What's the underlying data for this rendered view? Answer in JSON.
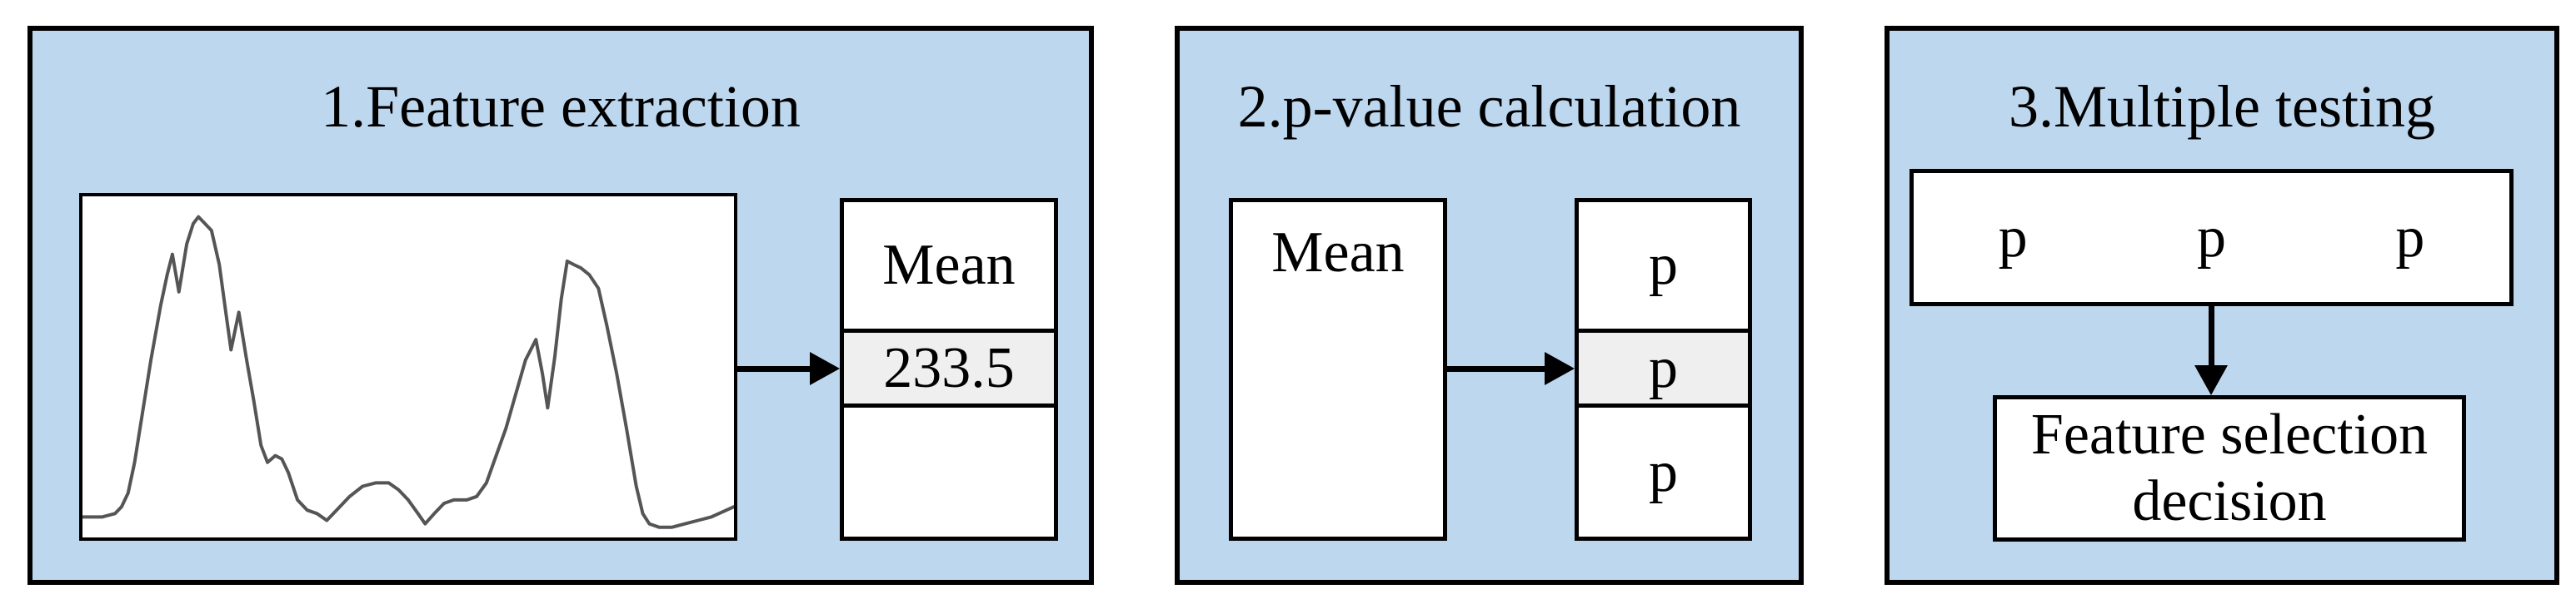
{
  "colors": {
    "panel_background": "#bdd7ee",
    "box_background": "#ffffff",
    "highlight_cell_background": "#efefef",
    "border": "#000000",
    "signal_line": "#555555",
    "text": "#000000"
  },
  "panels": [
    {
      "title": "1.Feature extraction",
      "table": {
        "rows": [
          "Mean",
          "233.5",
          ""
        ]
      }
    },
    {
      "title": "2.p-value calculation",
      "source_box_label": "Mean",
      "p_cells": [
        "p",
        "p",
        "p"
      ]
    },
    {
      "title": "3.Multiple testing",
      "p_row_cells": [
        "p",
        "p",
        "p"
      ],
      "decision_box_label": "Feature selection decision"
    }
  ],
  "chart_data": {
    "type": "line",
    "title": "",
    "xlabel": "",
    "ylabel": "",
    "x_range": [
      0,
      100
    ],
    "y_range": [
      0,
      100
    ],
    "grid": false,
    "legend": false,
    "series": [
      {
        "name": "signal",
        "points": [
          [
            0,
            6
          ],
          [
            3,
            6
          ],
          [
            5,
            7
          ],
          [
            6,
            9
          ],
          [
            7,
            13
          ],
          [
            8,
            22
          ],
          [
            9,
            34
          ],
          [
            10.5,
            52
          ],
          [
            12,
            68
          ],
          [
            13,
            77
          ],
          [
            13.8,
            83
          ],
          [
            14.8,
            72
          ],
          [
            16,
            86
          ],
          [
            17,
            92
          ],
          [
            17.8,
            94
          ],
          [
            18.8,
            92
          ],
          [
            19.8,
            90
          ],
          [
            21,
            80
          ],
          [
            22,
            66
          ],
          [
            22.8,
            55
          ],
          [
            24,
            66
          ],
          [
            25.2,
            52
          ],
          [
            26.3,
            40
          ],
          [
            27.4,
            27
          ],
          [
            28.4,
            22
          ],
          [
            29.6,
            24
          ],
          [
            30.6,
            23
          ],
          [
            31.6,
            19
          ],
          [
            33,
            11
          ],
          [
            34.5,
            8
          ],
          [
            36,
            7
          ],
          [
            37.5,
            5
          ],
          [
            39,
            8
          ],
          [
            41,
            12
          ],
          [
            43,
            15
          ],
          [
            45,
            16
          ],
          [
            47,
            16
          ],
          [
            48.5,
            14
          ],
          [
            50,
            11
          ],
          [
            51.5,
            7
          ],
          [
            52.6,
            4
          ],
          [
            54,
            7
          ],
          [
            55.5,
            10
          ],
          [
            57,
            11
          ],
          [
            59,
            11
          ],
          [
            60.5,
            12
          ],
          [
            62,
            16
          ],
          [
            63.5,
            24
          ],
          [
            65,
            32
          ],
          [
            66.5,
            42
          ],
          [
            68,
            52
          ],
          [
            69.6,
            58
          ],
          [
            70.6,
            48
          ],
          [
            71.4,
            38
          ],
          [
            72.5,
            53
          ],
          [
            73.5,
            70
          ],
          [
            74.4,
            81
          ],
          [
            75.4,
            80
          ],
          [
            76.5,
            79
          ],
          [
            77.8,
            77
          ],
          [
            79.2,
            73
          ],
          [
            80.5,
            62
          ],
          [
            82,
            48
          ],
          [
            83.5,
            32
          ],
          [
            85,
            15
          ],
          [
            86,
            7
          ],
          [
            87,
            4
          ],
          [
            88.5,
            3
          ],
          [
            90.5,
            3
          ],
          [
            92.5,
            4
          ],
          [
            94.5,
            5
          ],
          [
            96.5,
            6
          ],
          [
            100,
            9
          ]
        ]
      }
    ]
  }
}
